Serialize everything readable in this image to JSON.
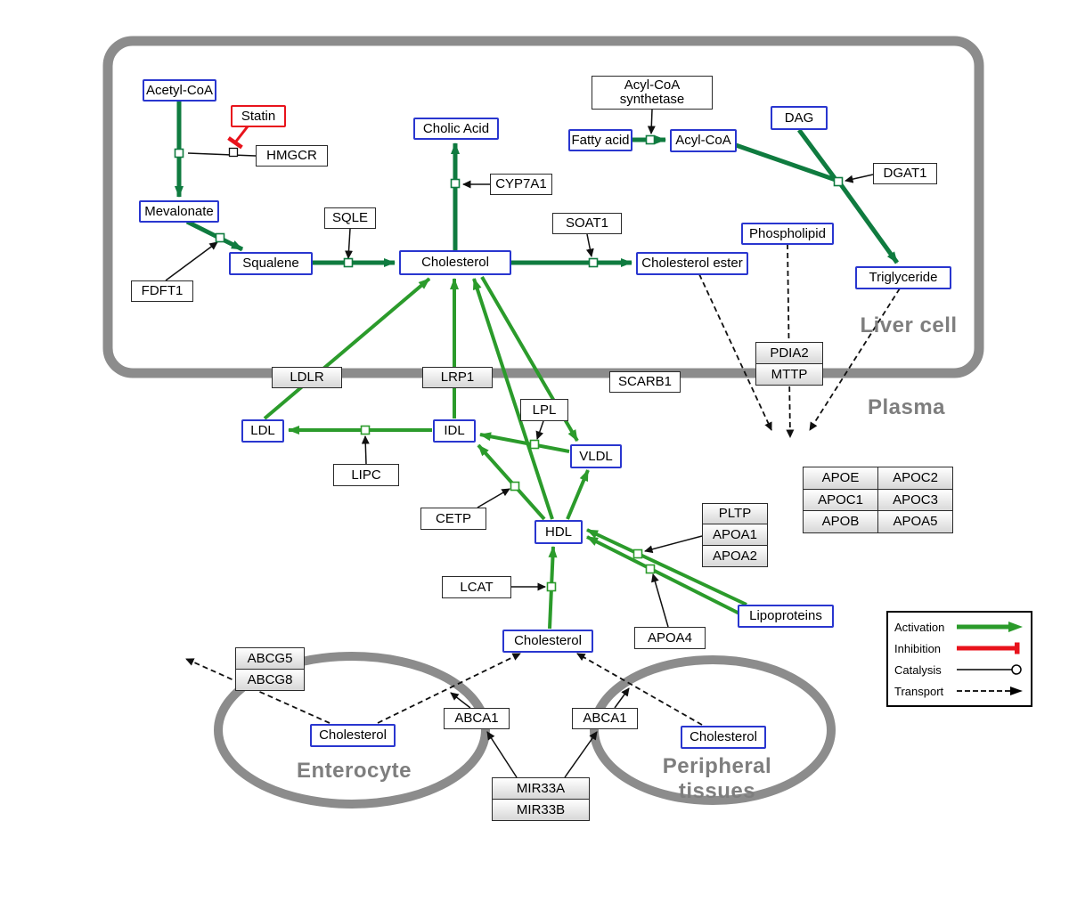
{
  "regions": {
    "liver_cell": "Liver cell",
    "plasma": "Plasma",
    "enterocyte": "Enterocyte",
    "peripheral_tissues": "Peripheral tissues"
  },
  "nodes": {
    "acetyl_coa": "Acetyl-CoA",
    "statin": "Statin",
    "hmgcr": "HMGCR",
    "mevalonate": "Mevalonate",
    "fdft1": "FDFT1",
    "squalene": "Squalene",
    "sqle": "SQLE",
    "cholesterol_liver": "Cholesterol",
    "cholic_acid": "Cholic Acid",
    "cyp7a1": "CYP7A1",
    "soat1": "SOAT1",
    "cholesterol_ester": "Cholesterol ester",
    "acyl_coa_synthetase": "Acyl-CoA\nsynthetase",
    "fatty_acid": "Fatty acid",
    "acyl_coa": "Acyl-CoA",
    "dag": "DAG",
    "dgat1": "DGAT1",
    "phospholipid": "Phospholipid",
    "triglyceride": "Triglyceride",
    "ldlr": "LDLR",
    "lrp1": "LRP1",
    "scarb1": "SCARB1",
    "pdia2": "PDIA2",
    "mttp": "MTTP",
    "ldl": "LDL",
    "idl": "IDL",
    "lipc": "LIPC",
    "lpl": "LPL",
    "vldl": "VLDL",
    "cetp": "CETP",
    "hdl": "HDL",
    "pltp": "PLTP",
    "apoa1": "APOA1",
    "apoa2": "APOA2",
    "lcat": "LCAT",
    "apoa4": "APOA4",
    "lipoproteins": "Lipoproteins",
    "cholesterol_plasma": "Cholesterol",
    "apoe": "APOE",
    "apoc2": "APOC2",
    "apoc1": "APOC1",
    "apoc3": "APOC3",
    "apob": "APOB",
    "apoa5": "APOA5",
    "abcg5": "ABCG5",
    "abcg8": "ABCG8",
    "cholesterol_enterocyte": "Cholesterol",
    "cholesterol_peripheral": "Cholesterol",
    "abca1_enterocyte": "ABCA1",
    "abca1_peripheral": "ABCA1",
    "mir33a": "MIR33A",
    "mir33b": "MIR33B"
  },
  "legend": {
    "activation": "Activation",
    "inhibition": "Inhibition",
    "catalysis": "Catalysis",
    "transport": "Transport"
  },
  "colors": {
    "activation_green_liver": "#0f7b3f",
    "activation_green_plasma": "#2b9b2b",
    "inhibition_red": "#e8131c",
    "metabolite_border_blue": "#2936cf",
    "compartment_border_gray": "#8c8c8c"
  }
}
